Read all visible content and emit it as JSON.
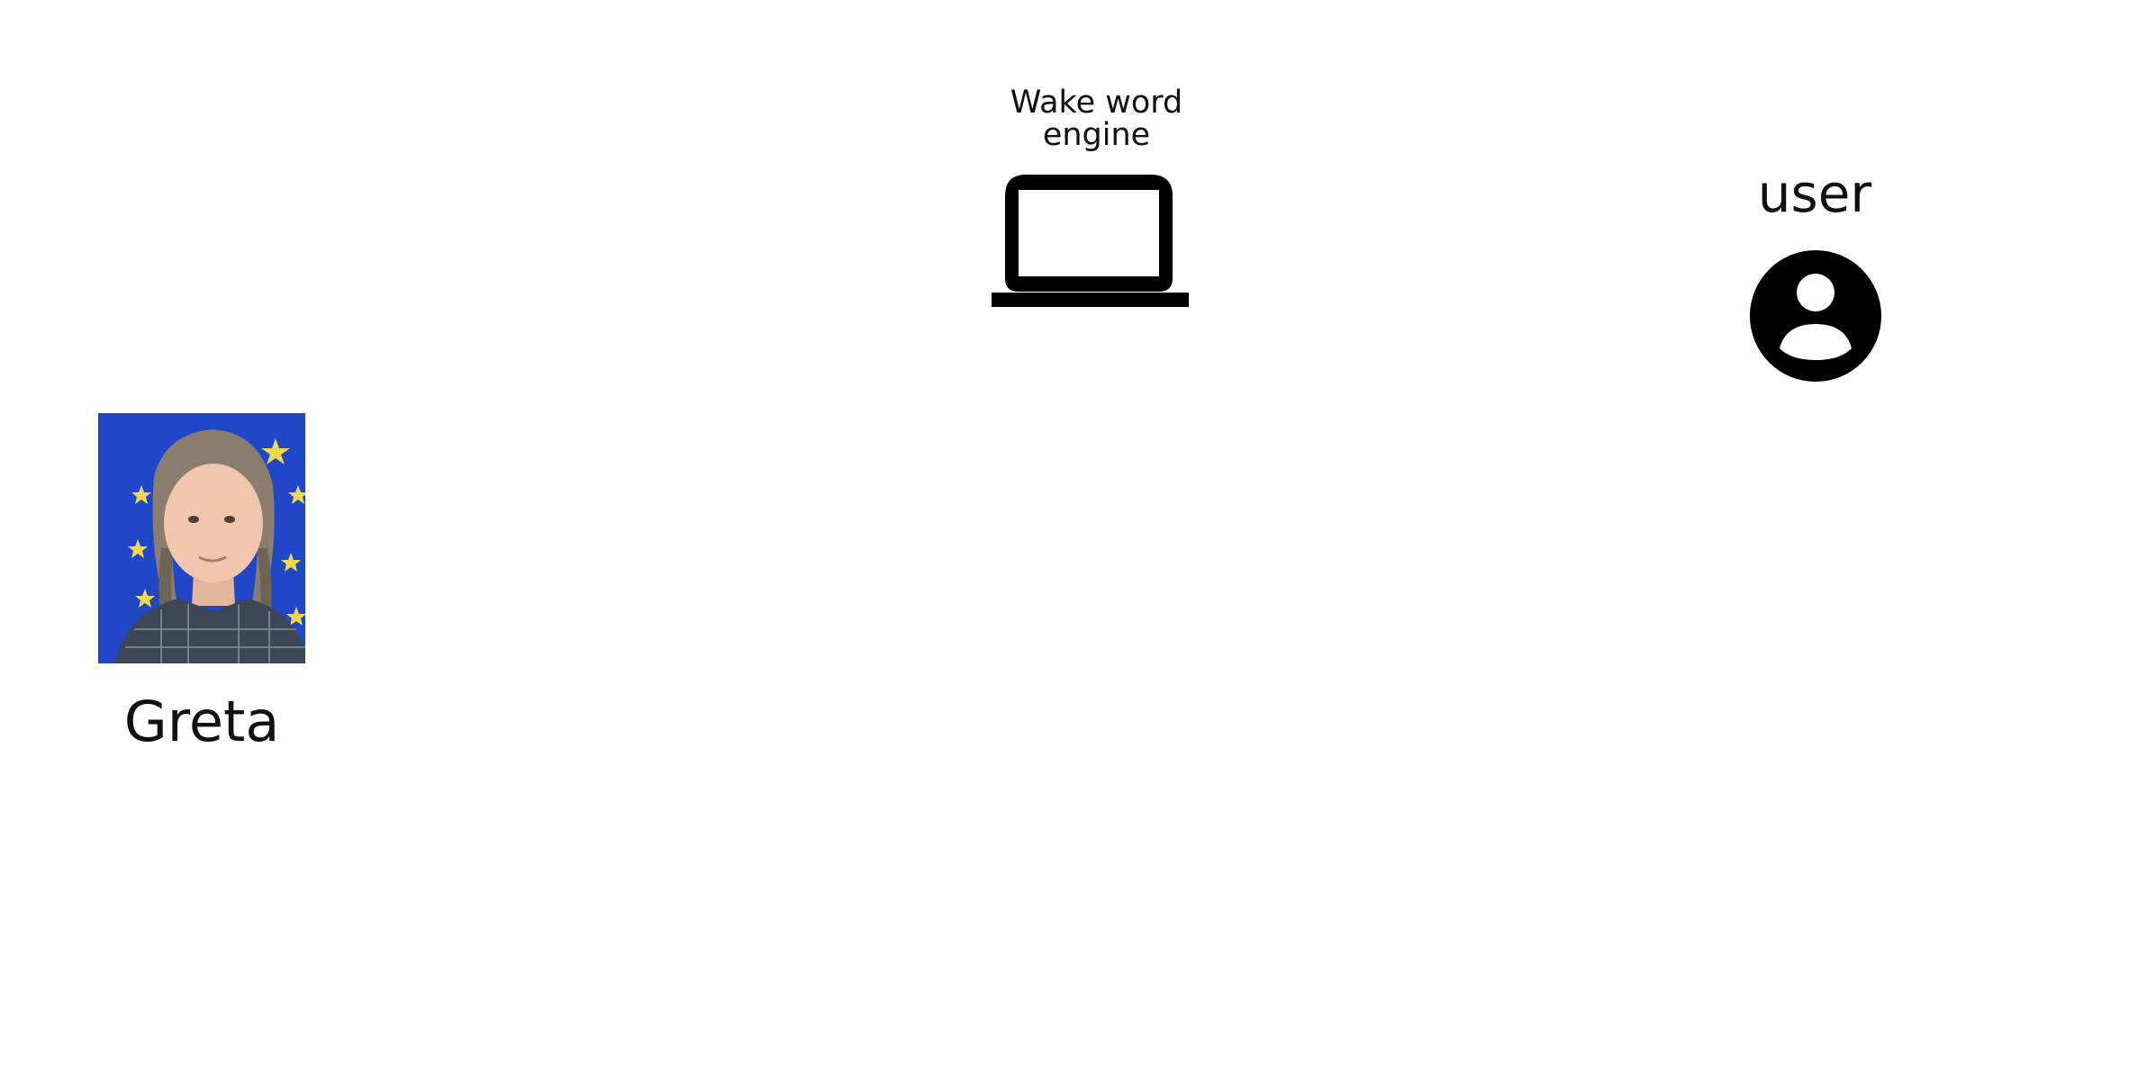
{
  "nodes": {
    "engine": {
      "label": "Wake word\nengine",
      "icon": "laptop-icon"
    },
    "user": {
      "label": "user",
      "icon": "account-circle-icon"
    },
    "greta": {
      "label": "Greta",
      "image": "greta-photo"
    }
  },
  "colors": {
    "icon": "#000000",
    "text": "#111111",
    "photo_background": "#1f47c8",
    "photo_stars": "#f1d64f"
  }
}
